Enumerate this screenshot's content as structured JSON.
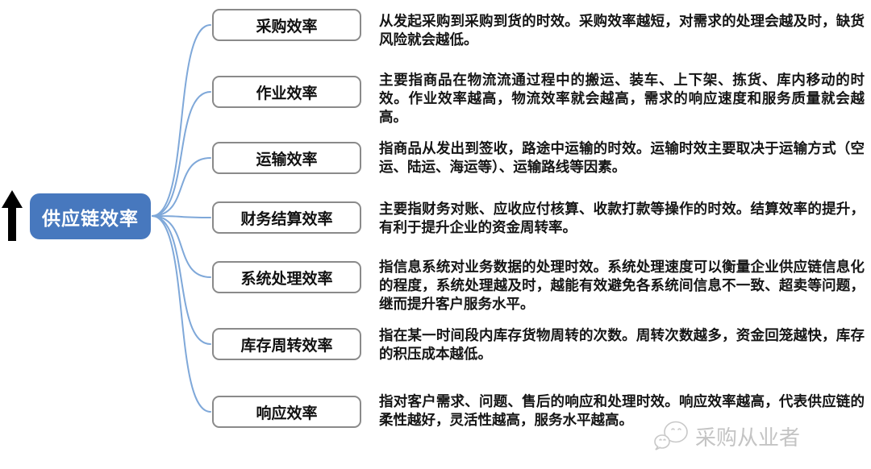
{
  "root": {
    "label": "供应链效率"
  },
  "branches": [
    {
      "label": "采购效率",
      "description": "从发起采购到采购到货的时效。采购效率越短，对需求的处理会越及时，缺货风险就会越低。"
    },
    {
      "label": "作业效率",
      "description": "主要指商品在物流流通过程中的搬运、装车、上下架、拣货、库内移动的时效。作业效率越高，物流效率就会越高，需求的响应速度和服务质量就会越高。"
    },
    {
      "label": "运输效率",
      "description": "指商品从发出到签收，路途中运输的时效。运输时效主要取决于运输方式（空运、陆运、海运等）、运输路线等因素。"
    },
    {
      "label": "财务结算效率",
      "description": "主要指财务对账、应收应付核算、收款打款等操作的时效。结算效率的提升，有利于提升企业的资金周转率。"
    },
    {
      "label": "系统处理效率",
      "description": "指信息系统对业务数据的处理时效。系统处理速度可以衡量企业供应链信息化的程度，系统处理越及时，越能有效避免各系统间信息不一致、超卖等问题，继而提升客户服务水平。"
    },
    {
      "label": "库存周转效率",
      "description": "指在某一时间段内库存货物周转的次数。周转次数越多，资金回笼越快，库存的积压成本越低。"
    },
    {
      "label": "响应效率",
      "description": "指对客户需求、问题、售后的响应和处理时效。响应效率越高，代表供应链的柔性越好，灵活性越高，服务水平越高。"
    }
  ],
  "watermark": {
    "text": "采购从业者"
  },
  "colors": {
    "root_bg": "#4778be",
    "root_text": "#ffffff",
    "connector": "#7fa8d9",
    "branch_border": "#8a8a8a",
    "description_text": "#151515",
    "watermark_text": "#c4c4c4",
    "arrow": "#000000"
  }
}
